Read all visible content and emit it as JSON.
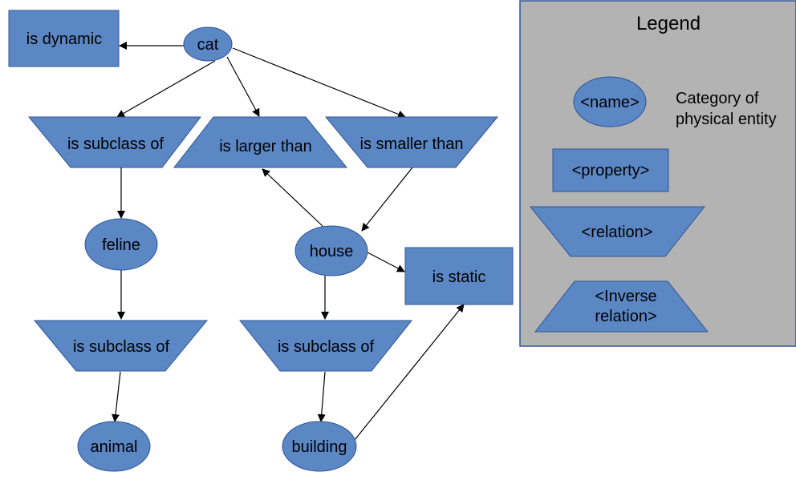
{
  "colors": {
    "node_fill": "#5b87c5",
    "node_stroke": "#2f5597",
    "legend_bg": "#b3b3b3",
    "legend_border": "#2f5597",
    "edge": "#000000"
  },
  "nodes": {
    "cat": "cat",
    "is_dynamic": "is dynamic",
    "subclass_cat": "is subclass of",
    "larger_than": "is larger than",
    "smaller_than": "is smaller than",
    "feline": "feline",
    "house": "house",
    "is_static": "is static",
    "subclass_feline": "is subclass of",
    "subclass_house": "is subclass of",
    "animal": "animal",
    "building": "building"
  },
  "legend": {
    "title": "Legend",
    "name_label": "<name>",
    "name_desc_line1": "Category of",
    "name_desc_line2": "physical entity",
    "property_label": "<property>",
    "relation_label": "<relation>",
    "inverse_line1": "<Inverse",
    "inverse_line2": "relation>"
  }
}
